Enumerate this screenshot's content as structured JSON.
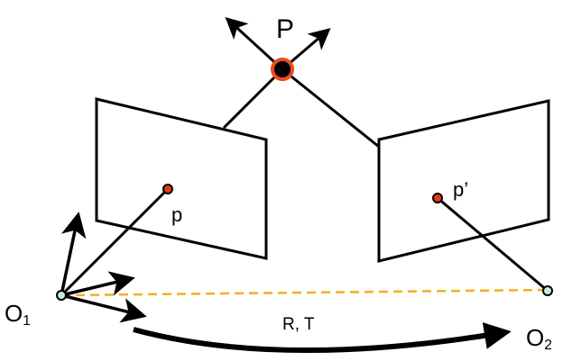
{
  "labels": {
    "point_P": "P",
    "point_p": "p",
    "point_p_prime": "p’",
    "origin1": "O",
    "origin1_sub": "1",
    "origin2": "O",
    "origin2_sub": "2",
    "transform": "R, T"
  },
  "colors": {
    "line": "#000000",
    "point_fill": "#e8361a",
    "point_P_ring": "#f04a1a",
    "baseline": "#f0b020",
    "origin_fill": "#c8e8e8"
  }
}
